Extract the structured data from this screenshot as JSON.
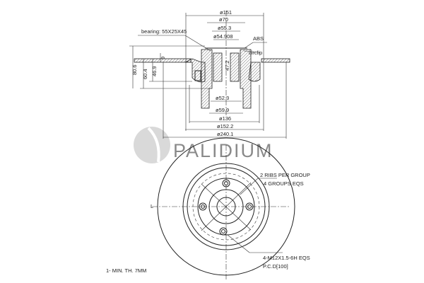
{
  "section_view": {
    "dims": {
      "d151": "ø151",
      "d70": "ø70",
      "d55_3": "ø55.3",
      "d54_908": "ø54.908",
      "d52_3": "ø52.3",
      "d59_9": "ø59.9",
      "d136": "ø136",
      "d152_2": "ø152.2",
      "d240_1": "ø240.1",
      "h80_6": "80.6",
      "h60_4": "60.4",
      "h46_9": "46.9",
      "h9": "9",
      "h47_2": "47.2"
    },
    "labels": {
      "bearing": "bearing: 55X25X45",
      "abs": "ABS",
      "circlip": "circlip"
    }
  },
  "front_view": {
    "ribs_line1": "2 RIBS PER GROUP",
    "ribs_line2": "4 GROUPS EQS",
    "thread": "4-M12X1.5-6H EQS",
    "pcd": "P.C.D[100]",
    "side_marker": "L",
    "min_thickness": "1- MIN. TH. 7MM"
  },
  "watermark": {
    "brand": "PALIDIUM",
    "color": "#8a8a8a"
  }
}
